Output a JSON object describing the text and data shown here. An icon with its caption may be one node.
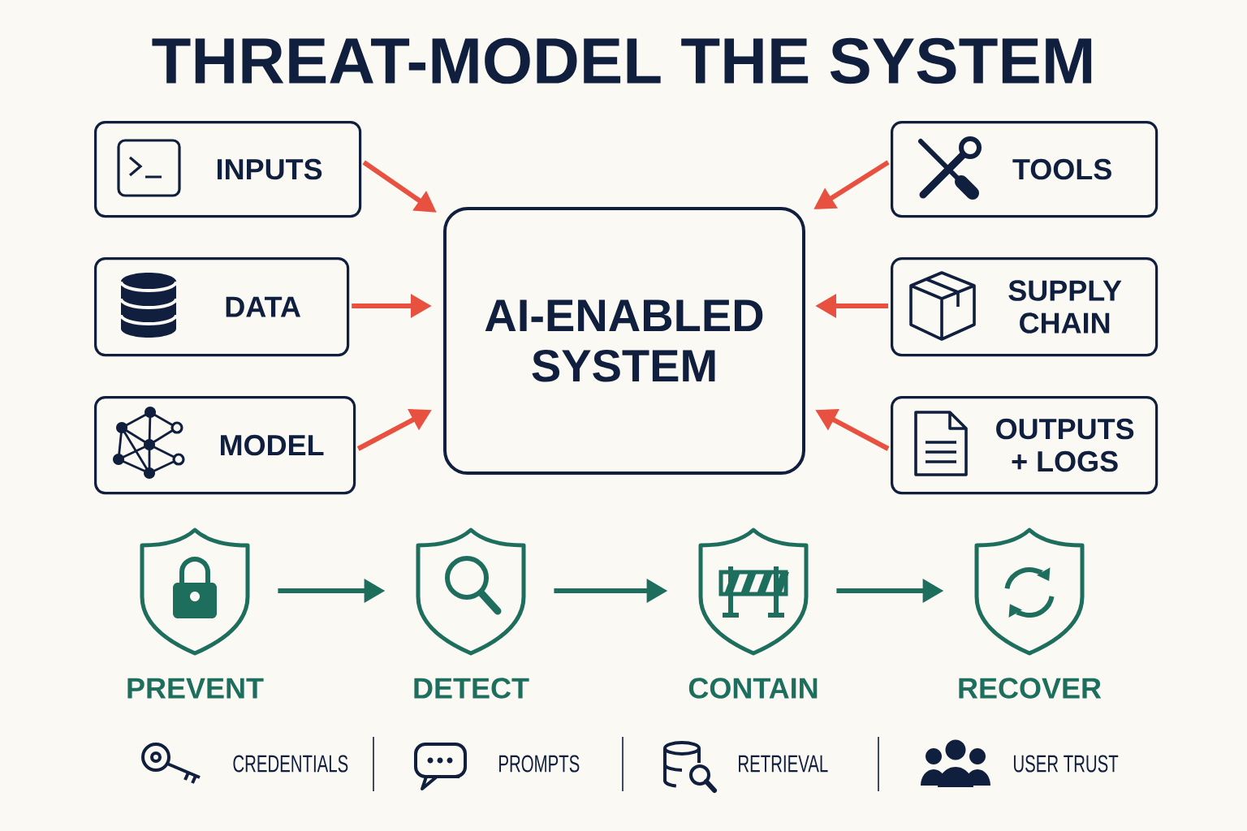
{
  "diagram": {
    "title": "THREAT-MODEL THE SYSTEM",
    "nodes": [
      {
        "text": [
          "INPUTS"
        ]
      },
      {
        "text": [
          "DATA"
        ]
      },
      {
        "text": [
          "MODEL"
        ]
      },
      {
        "text": [
          "AI-ENABLED SYSTEM"
        ]
      },
      {
        "text": [
          "TOOLS"
        ]
      },
      {
        "text": [
          "SUPPLY CHAIN"
        ]
      },
      {
        "text": [
          "OUTPUTS + LOGS"
        ]
      },
      {
        "text": [
          "PREVENT"
        ]
      },
      {
        "text": [
          "DETECT"
        ]
      },
      {
        "text": [
          "CONTAIN"
        ]
      },
      {
        "text": [
          "RECOVER"
        ]
      }
    ],
    "edges": [
      {
        "from": 0,
        "to": 3,
        "arrow": "to"
      },
      {
        "from": 1,
        "to": 3,
        "arrow": "to"
      },
      {
        "from": 2,
        "to": 3,
        "arrow": "to"
      },
      {
        "from": 4,
        "to": 3,
        "arrow": "to"
      },
      {
        "from": 5,
        "to": 3,
        "arrow": "to"
      },
      {
        "from": 6,
        "to": 3,
        "arrow": "to"
      },
      {
        "from": 7,
        "to": 8,
        "arrow": "to",
        "color": "#1e6e5e"
      },
      {
        "from": 8,
        "to": 9,
        "arrow": "to",
        "color": "#1e6e5e"
      },
      {
        "from": 9,
        "to": 10,
        "arrow": "to",
        "color": "#1e6e5e"
      }
    ],
    "labels": [
      "CREDENTIALS",
      "PROMPTS",
      "RETRIEVAL",
      "USER TRUST"
    ]
  }
}
